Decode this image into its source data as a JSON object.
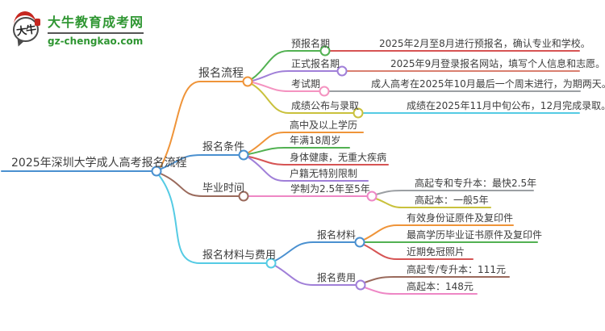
{
  "logo": {
    "site_name": "大牛教育成考网",
    "domain": "gz-chengkao.com",
    "mark_text": "大牛",
    "brand_color": "#2f9632",
    "seal_color": "#c5261f"
  },
  "mindmap": {
    "root": {
      "label": "2025年深圳大学成人高考报名流程",
      "color": "#4a90d0"
    },
    "branches": [
      {
        "label": "报名流程",
        "color": "#ef9439",
        "children": [
          {
            "label": "预报名期",
            "color": "#52b152",
            "leaf": {
              "text": "2025年2月至8月进行预报名，确认专业和学校。",
              "color": "#d65454"
            }
          },
          {
            "label": "正式报名期",
            "color": "#a07fd8",
            "leaf": {
              "text": "2025年9月登录报名网站，填写个人信息和志愿。",
              "color": "#d97f70"
            }
          },
          {
            "label": "考试期",
            "color": "#f493c0",
            "leaf": {
              "text": "成人高考在2025年10月最后一个周末进行，为期两天。",
              "color": "#9b9fa3"
            }
          },
          {
            "label": "成绩公布与录取",
            "color": "#c9c13c",
            "leaf": {
              "text": "成绩在2025年11月中旬公布，12月完成录取。",
              "color": "#55cbe4"
            }
          }
        ]
      },
      {
        "label": "报名条件",
        "color": "#4a90d0",
        "children": [
          {
            "label": "高中及以上学历",
            "color": "#ef9439"
          },
          {
            "label": "年满18周岁",
            "color": "#52b152"
          },
          {
            "label": "身体健康，无重大疾病",
            "color": "#d65454"
          },
          {
            "label": "户籍无特别限制",
            "color": "#a07fd8"
          }
        ]
      },
      {
        "label": "毕业时间",
        "color": "#9a6a5c",
        "children": [
          {
            "label": "学制为2.5年至5年",
            "color": "#ee87c5",
            "children": [
              {
                "label": "高起专和专升本：最快2.5年",
                "color": "#9b9fa3"
              },
              {
                "label": "高起本：一般5年",
                "color": "#c9c13c"
              }
            ]
          }
        ]
      },
      {
        "label": "报名材料与费用",
        "color": "#55cbe4",
        "children": [
          {
            "label": "报名材料",
            "color": "#4a90d0",
            "children": [
              {
                "label": "有效身份证原件及复印件",
                "color": "#ef9439"
              },
              {
                "label": "最高学历毕业证书原件及复印件",
                "color": "#52b152"
              },
              {
                "label": "近期免冠照片",
                "color": "#d65454"
              }
            ]
          },
          {
            "label": "报名费用",
            "color": "#a07fd8",
            "children": [
              {
                "label": "高起专/专升本：111元",
                "color": "#9a6a5c"
              },
              {
                "label": "高起本：148元",
                "color": "#ee87c5"
              }
            ]
          }
        ]
      }
    ]
  }
}
